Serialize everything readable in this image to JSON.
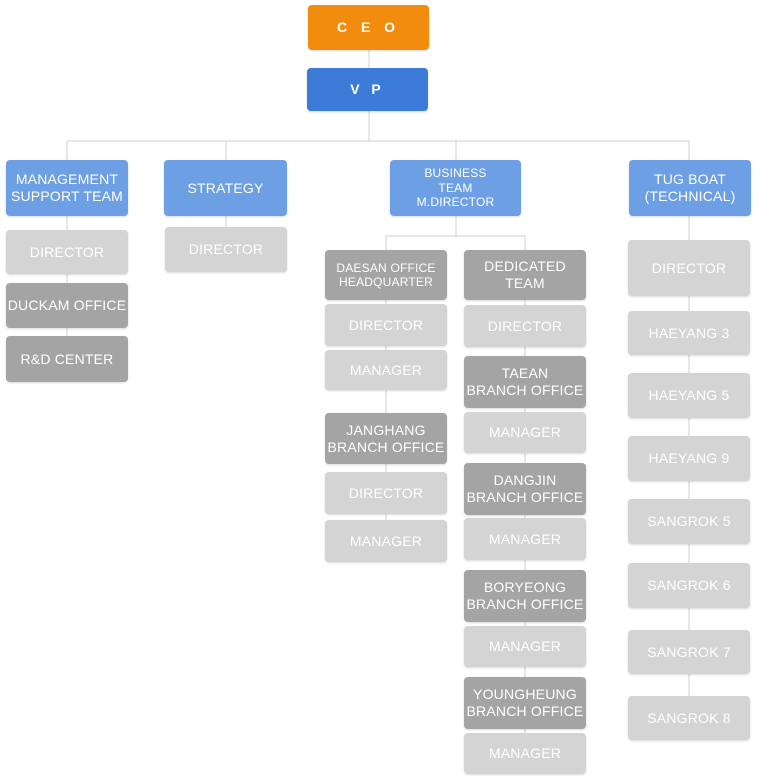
{
  "colors": {
    "ceo": "#f28c0f",
    "vp": "#3c7bd8",
    "department": "#6c9fe4",
    "office": "#a4a4a4",
    "position": "#d4d4d4",
    "connector": "#cfcfcf"
  },
  "chart": {
    "ceo": "C E O",
    "vp": "V P",
    "management_support": {
      "title": "MANAGEMENT\nSUPPORT TEAM",
      "items": [
        "DIRECTOR",
        "DUCKAM OFFICE",
        "R&D CENTER"
      ]
    },
    "strategy": {
      "title": "STRATEGY",
      "items": [
        "DIRECTOR"
      ]
    },
    "business": {
      "title": "BUSINESS\nTEAM\nM.DIRECTOR",
      "daesan": {
        "title": "DAESAN OFFICE\nHEADQUARTER",
        "items": [
          "DIRECTOR",
          "MANAGER"
        ]
      },
      "janghang": {
        "title": "JANGHANG\nBRANCH OFFICE",
        "items": [
          "DIRECTOR",
          "MANAGER"
        ]
      },
      "dedicated": {
        "title": "DEDICATED\nTEAM",
        "items": [
          "DIRECTOR"
        ]
      },
      "taean": {
        "title": "TAEAN\nBRANCH OFFICE",
        "items": [
          "MANAGER"
        ]
      },
      "dangjin": {
        "title": "DANGJIN\nBRANCH OFFICE",
        "items": [
          "MANAGER"
        ]
      },
      "boryeong": {
        "title": "BORYEONG\nBRANCH OFFICE",
        "items": [
          "MANAGER"
        ]
      },
      "youngheung": {
        "title": "YOUNGHEUNG\nBRANCH OFFICE",
        "items": [
          "MANAGER"
        ]
      }
    },
    "tugboat": {
      "title": "TUG BOAT\n(TECHNICAL)",
      "items": [
        "DIRECTOR",
        "HAEYANG  3",
        "HAEYANG  5",
        "HAEYANG  9",
        "SANGROK  5",
        "SANGROK 6",
        "SANGROK 7",
        "SANGROK 8"
      ]
    }
  }
}
